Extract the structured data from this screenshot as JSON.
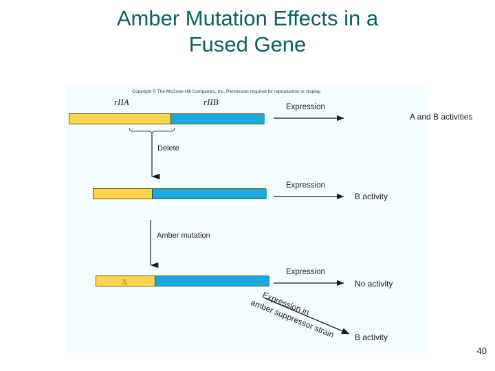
{
  "slide": {
    "title_line1": "Amber Mutation Effects in a",
    "title_line2": "Fused Gene",
    "title_color": "#0a6163",
    "number": "40",
    "background": "#ffffff"
  },
  "figure": {
    "panel_background": "#f4fdff",
    "copyright": "Copyright © The McGraw-Hill Companies, Inc. Permission required for reproduction or display.",
    "colors": {
      "gene_a": "#fcd34a",
      "gene_b": "#19a9e0",
      "mutation_mark": "#b5731c",
      "outline": "#6b5a12",
      "arrow": "#1a1a1a"
    },
    "gene_labels": {
      "a": "rIIA",
      "b": "rIIB"
    },
    "rows": [
      {
        "id": "row-intact-gene",
        "expression_label": "Expression",
        "result_label": "A and B activities",
        "mutation_mark": ""
      },
      {
        "id": "row-deleted-gene",
        "expression_label": "Expression",
        "result_label": "B activity",
        "mutation_mark": ""
      },
      {
        "id": "row-amber-mutant-gene",
        "expression_label": "Expression",
        "result_label": "No activity",
        "mutation_mark": "X"
      }
    ],
    "transitions": [
      {
        "id": "transition-delete",
        "label": "Delete"
      },
      {
        "id": "transition-amber-mutation",
        "label": "Amber mutation"
      }
    ],
    "suppressor": {
      "line1": "Expression in",
      "line2": "amber suppressor strain",
      "result_label": "B activity"
    }
  }
}
